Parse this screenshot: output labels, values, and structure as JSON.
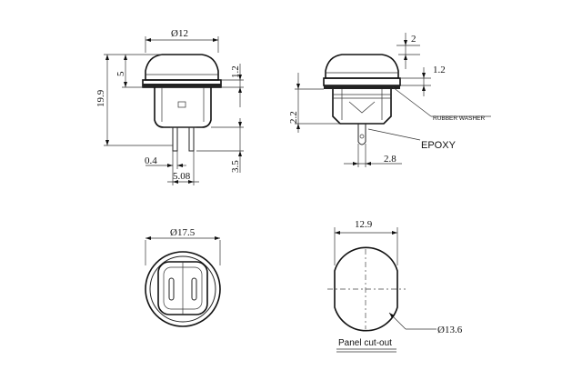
{
  "views": {
    "front": {
      "dims": {
        "diameter": "Ø12",
        "overall_height": "19.9",
        "cap_height": "5",
        "cap_step": "1.2",
        "pin_height": "3.5",
        "pin_thickness": "0.4",
        "pin_pitch": "5.08"
      }
    },
    "side": {
      "dims": {
        "top_offset": "2",
        "washer_step": "1.2",
        "body_height": "2.2",
        "pin_width": "2.8"
      },
      "labels": {
        "rubber_washer": "RUBBER WASHER",
        "epoxy": "EPOXY"
      }
    },
    "bottom": {
      "dims": {
        "diameter": "Ø17.5"
      }
    },
    "cutout": {
      "dims": {
        "width": "12.9",
        "diameter": "Ø13.6"
      },
      "title": "Panel cut-out"
    }
  }
}
